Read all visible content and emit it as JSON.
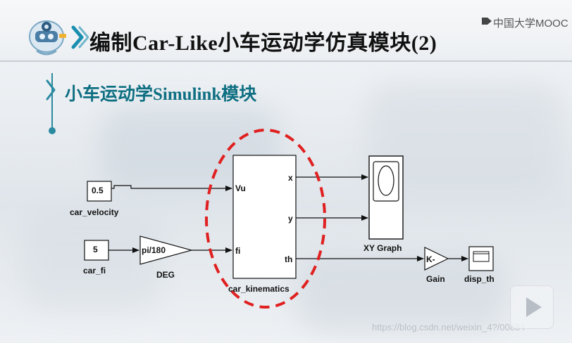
{
  "header": {
    "title": "编制Car-Like小车运动学仿真模块(2)",
    "logo_text": "中国大学MOOC"
  },
  "section": {
    "subtitle": "小车运动学Simulink模块"
  },
  "diagram": {
    "blocks": {
      "car_velocity": {
        "value": "0.5",
        "label": "car_velocity"
      },
      "car_fi": {
        "value": "5",
        "label": "car_fi"
      },
      "deg": {
        "gain_text": "pi/180",
        "label": "DEG"
      },
      "car_kinematics": {
        "label": "car_kinematics",
        "inputs": [
          "Vu",
          "fi"
        ],
        "outputs": [
          "x",
          "y",
          "th"
        ]
      },
      "xy_graph": {
        "label": "XY Graph"
      },
      "gain": {
        "gain_text": "K-",
        "label": "Gain"
      },
      "disp_th": {
        "label": "disp_th"
      }
    },
    "highlight_color": "#e02020",
    "line_color": "#111111"
  },
  "footer": {
    "watermark": "https://blog.csdn.net/weixin_4?/00884"
  },
  "colors": {
    "subtitle": "#0e6f82",
    "accent": "#2a8aa0"
  }
}
